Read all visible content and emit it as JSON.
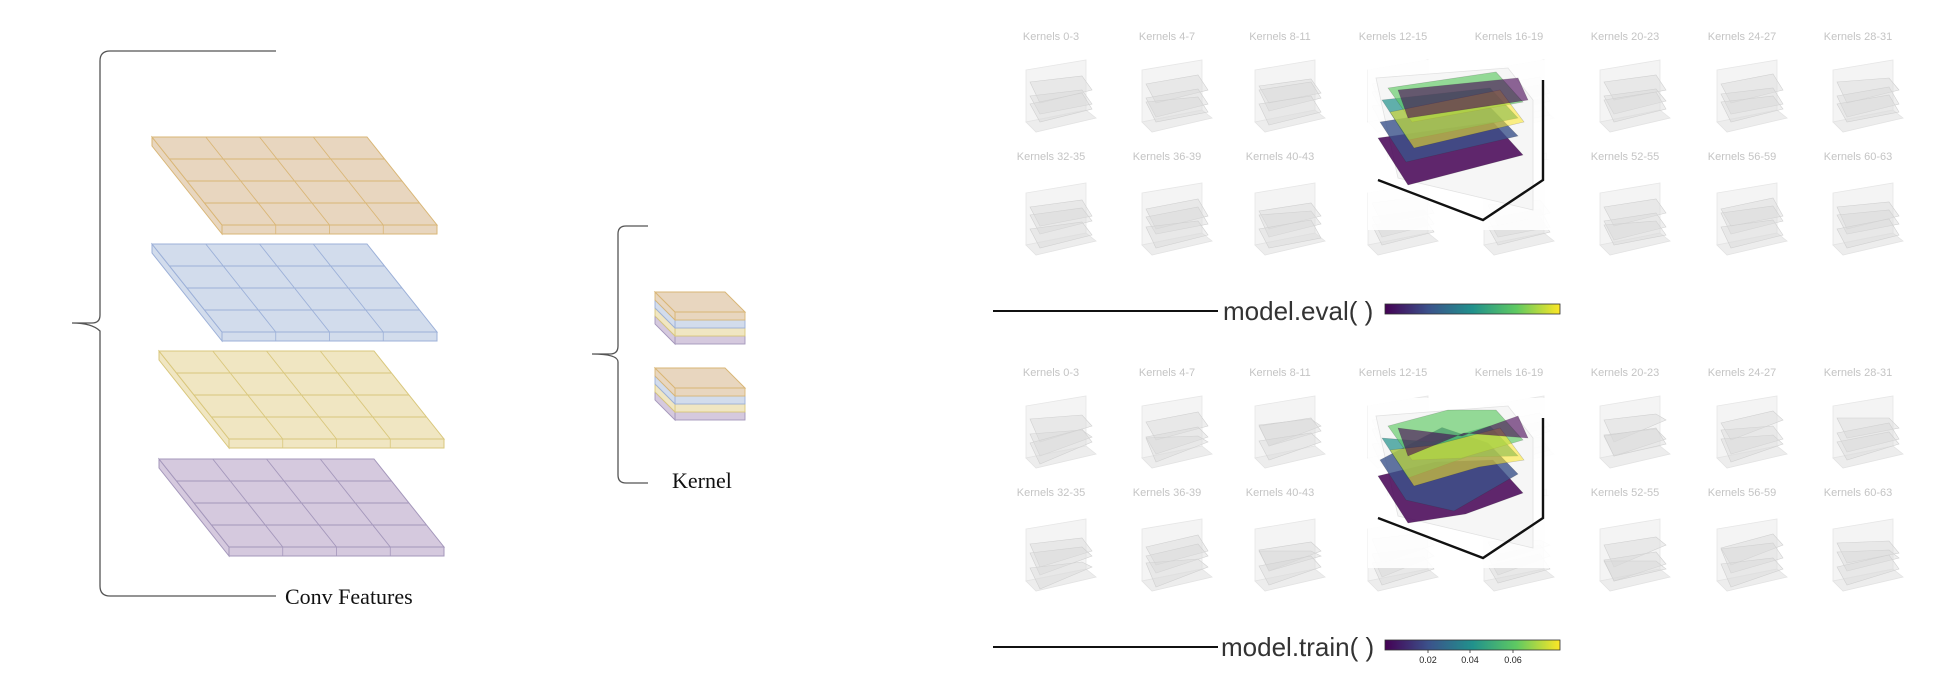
{
  "left_panel": {
    "conv_features_label": "Conv Features",
    "kernel_label": "Kernel",
    "layer_colors": [
      {
        "fill": "#e8d6bf",
        "stroke": "#d9b676"
      },
      {
        "fill": "#d2dcec",
        "stroke": "#9cb0d8"
      },
      {
        "fill": "#f0e6c2",
        "stroke": "#d9c77c"
      },
      {
        "fill": "#d5c9de",
        "stroke": "#a497bb"
      }
    ]
  },
  "right_panel": {
    "top_row_titles": [
      "Kernels 0-3",
      "Kernels 4-7",
      "Kernels 8-11",
      "Kernels 12-15",
      "Kernels 16-19",
      "Kernels 20-23",
      "Kernels 24-27",
      "Kernels 28-31"
    ],
    "bottom_row_titles": [
      "Kernels 32-35",
      "Kernels 36-39",
      "Kernels 40-43",
      "Ke",
      "",
      "Kernels 52-55",
      "Kernels 56-59",
      "Kernels 60-63"
    ],
    "bottom_row_partial_right": "1",
    "eval_label": "model.eval( )",
    "train_label": "model.train( )",
    "colorbar_ticks": [
      "0.02",
      "0.04",
      "0.06"
    ],
    "colormap": [
      "#440154",
      "#3b528b",
      "#21918c",
      "#5ec962",
      "#fde725"
    ]
  }
}
